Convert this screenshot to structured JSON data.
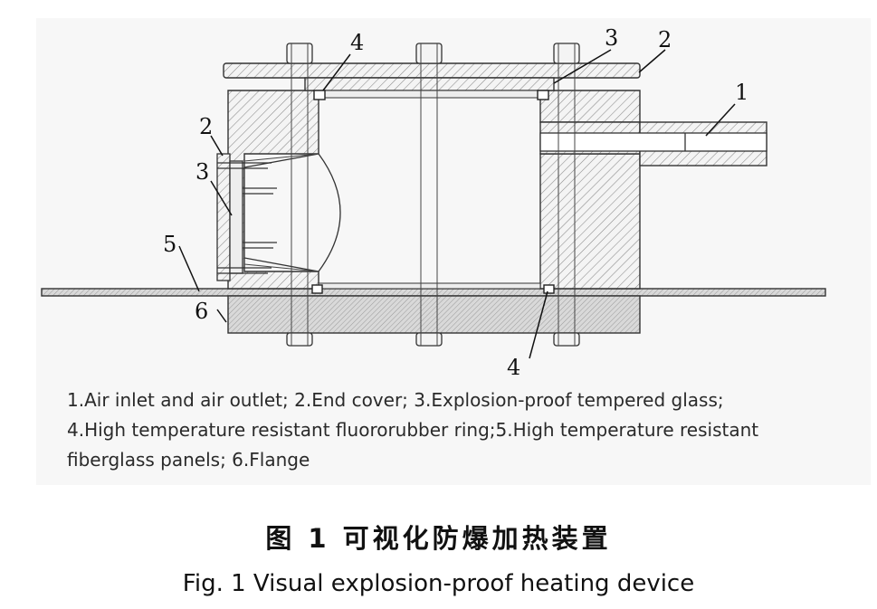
{
  "labels": {
    "air_inlet": "1",
    "end_cover": "2",
    "glass": "3",
    "ring": "4",
    "fiberglass": "5",
    "flange": "6"
  },
  "legend": [
    "1.Air inlet and air outlet; 2.End cover; 3.Explosion-proof tempered glass;",
    "4.High temperature resistant fluororubber ring;5.High temperature resistant",
    "fiberglass panels; 6.Flange"
  ],
  "caption": {
    "chinese": "图 1   可视化防爆加热装置",
    "english": "Fig. 1    Visual explosion-proof heating device"
  }
}
